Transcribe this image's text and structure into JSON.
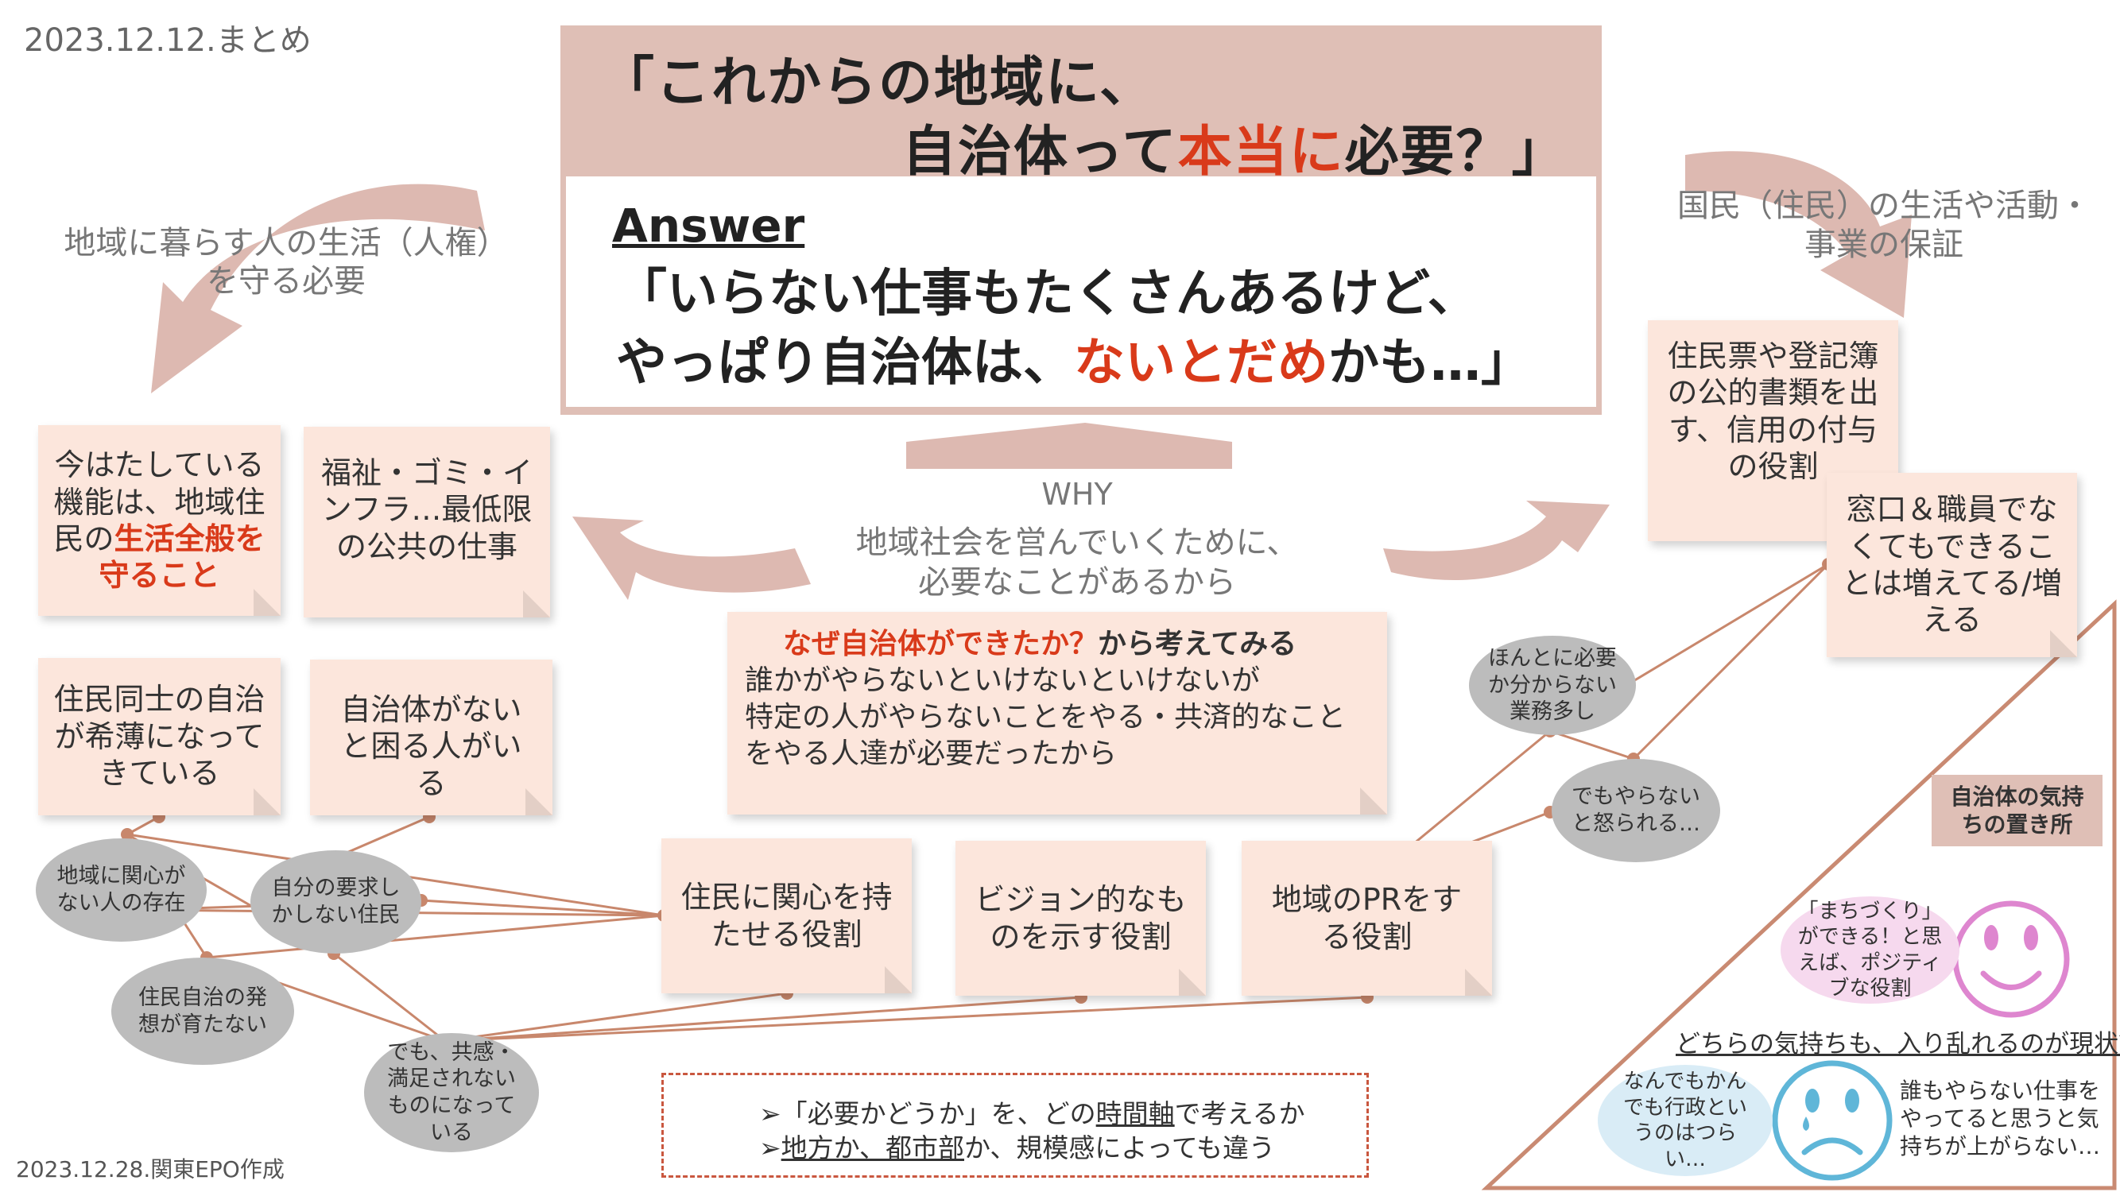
{
  "date_top": "2023.12.12.まとめ",
  "date_bottom": "2023.12.28.関東EPO作成",
  "title": {
    "line1": "「これからの地域に、",
    "line2_a": "自治体って",
    "line2_b": "本当に",
    "line2_c": "必要？」"
  },
  "answer": {
    "label": "Answer",
    "line1": "「いらない仕事もたくさんあるけど、",
    "line2_a": "やっぱり自治体は、",
    "line2_b": "ないとだめ",
    "line2_c": "かも…」"
  },
  "left_arrow_text": "地域に暮らす人の生活（人権）を守る必要",
  "right_arrow_text": "国民（住民）の生活や活動・事業の保証",
  "why": {
    "label": "WHY",
    "line1": "地域社会を営んでいくために、",
    "line2": "必要なことがあるから"
  },
  "center_note": {
    "head_red": "なぜ自治体ができたか？",
    "head_rest": "から考えてみる",
    "line1": "誰かがやらないといけないといけないが",
    "line2": "特定の人がやらないことをやる・共済的なこと",
    "line3": "をやる人達が必要だったから"
  },
  "notes_left": {
    "n1_a": "今はたしている機能は、地域住民の",
    "n1_b": "生活全般を守ること",
    "n2": "福祉・ゴミ・インフラ…最低限の公共の仕事",
    "n3": "住民同士の自治が希薄になってきている",
    "n4": "自治体がないと困る人がいる"
  },
  "notes_bottom": {
    "b1": "住民に関心を持たせる役割",
    "b2": "ビジョン的なものを示す役割",
    "b3": "地域のPRをする役割"
  },
  "notes_right": {
    "r1": "住民票や登記簿の公的書類を出す、信用の付与の役割",
    "r2": "窓口＆職員でなくてもできることは増えてる/増える"
  },
  "ovals": {
    "o1": "地域に関心がない人の存在",
    "o2": "自分の要求しかしない住民",
    "o3": "住民自治の発想が育たない",
    "o4": "でも、共感・満足されないものになっている",
    "o5": "ほんとに必要か分からない業務多し",
    "o6": "でもやらないと怒られる…"
  },
  "dashed_box": {
    "l1_a": "「必要かどうか」を、どの",
    "l1_b": "時間軸",
    "l1_c": "で考えるか",
    "l2_a": "地方か、都市部",
    "l2_b": "か、規模感によっても違う"
  },
  "triangle": {
    "label": "自治体の気持ちの置き所",
    "positive": "「まちづくり」ができる！と思えば、ポジティブな役割",
    "middle": "どちらの気持ちも、入り乱れるのが現状？",
    "negative_left": "なんでもかんでも行政というのはつらい…",
    "negative_right": "誰もやらない仕事をやってると思うと気持ちが上がらない…"
  },
  "colors": {
    "title_bg": "#dfbfb6",
    "accent_red": "#d93a1a",
    "arrow": "#ddb9b1",
    "note_bg": "#fce6dc",
    "line": "#c8876c",
    "smiley": "#de86cf",
    "sad": "#5fb6d8"
  }
}
